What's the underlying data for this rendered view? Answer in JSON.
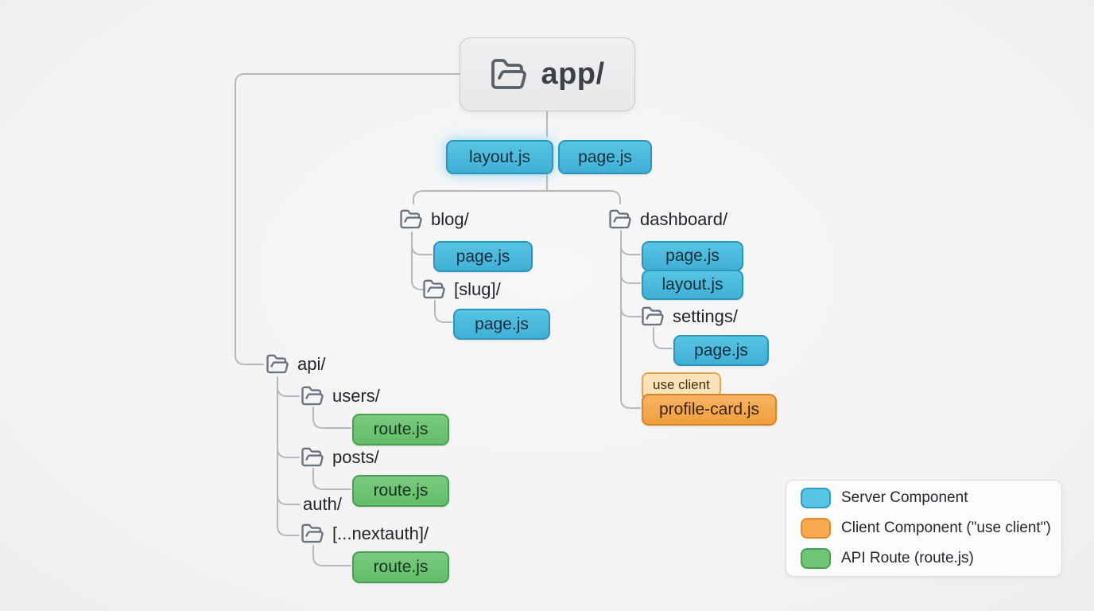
{
  "nodes": {
    "app": {
      "label": "app/"
    },
    "layout_root": {
      "label": "layout.js"
    },
    "page_root": {
      "label": "page.js"
    },
    "blog": {
      "label": "blog/"
    },
    "blog_page": {
      "label": "page.js"
    },
    "slug": {
      "label": "[slug]/"
    },
    "slug_page": {
      "label": "page.js"
    },
    "dashboard": {
      "label": "dashboard/"
    },
    "dashboard_page": {
      "label": "page.js"
    },
    "dashboard_layout": {
      "label": "layout.js"
    },
    "settings": {
      "label": "settings/"
    },
    "settings_page": {
      "label": "page.js"
    },
    "use_client_badge": {
      "label": "use client"
    },
    "profile_card": {
      "label": "profile-card.js"
    },
    "api": {
      "label": "api/"
    },
    "users": {
      "label": "users/"
    },
    "users_route": {
      "label": "route.js"
    },
    "posts": {
      "label": "posts/"
    },
    "posts_route": {
      "label": "route.js"
    },
    "auth": {
      "label": "auth/"
    },
    "nextauth": {
      "label": "[...nextauth]/"
    },
    "nextauth_route": {
      "label": "route.js"
    }
  },
  "legend": {
    "items": [
      {
        "label": "Server Component",
        "fill": "#58c5e6",
        "border": "#2d9fc4"
      },
      {
        "label": "Client Component (\"use client\")",
        "fill": "#f9a94f",
        "border": "#e08a2b"
      },
      {
        "label": "API Route (route.js)",
        "fill": "#6ec573",
        "border": "#45a14f"
      }
    ]
  },
  "colors": {
    "server_component": "#4bbcdf",
    "client_component": "#f5a94e",
    "api_route": "#6ec573",
    "connector_line": "#b4b9c0",
    "background": "#f4f4f5"
  }
}
